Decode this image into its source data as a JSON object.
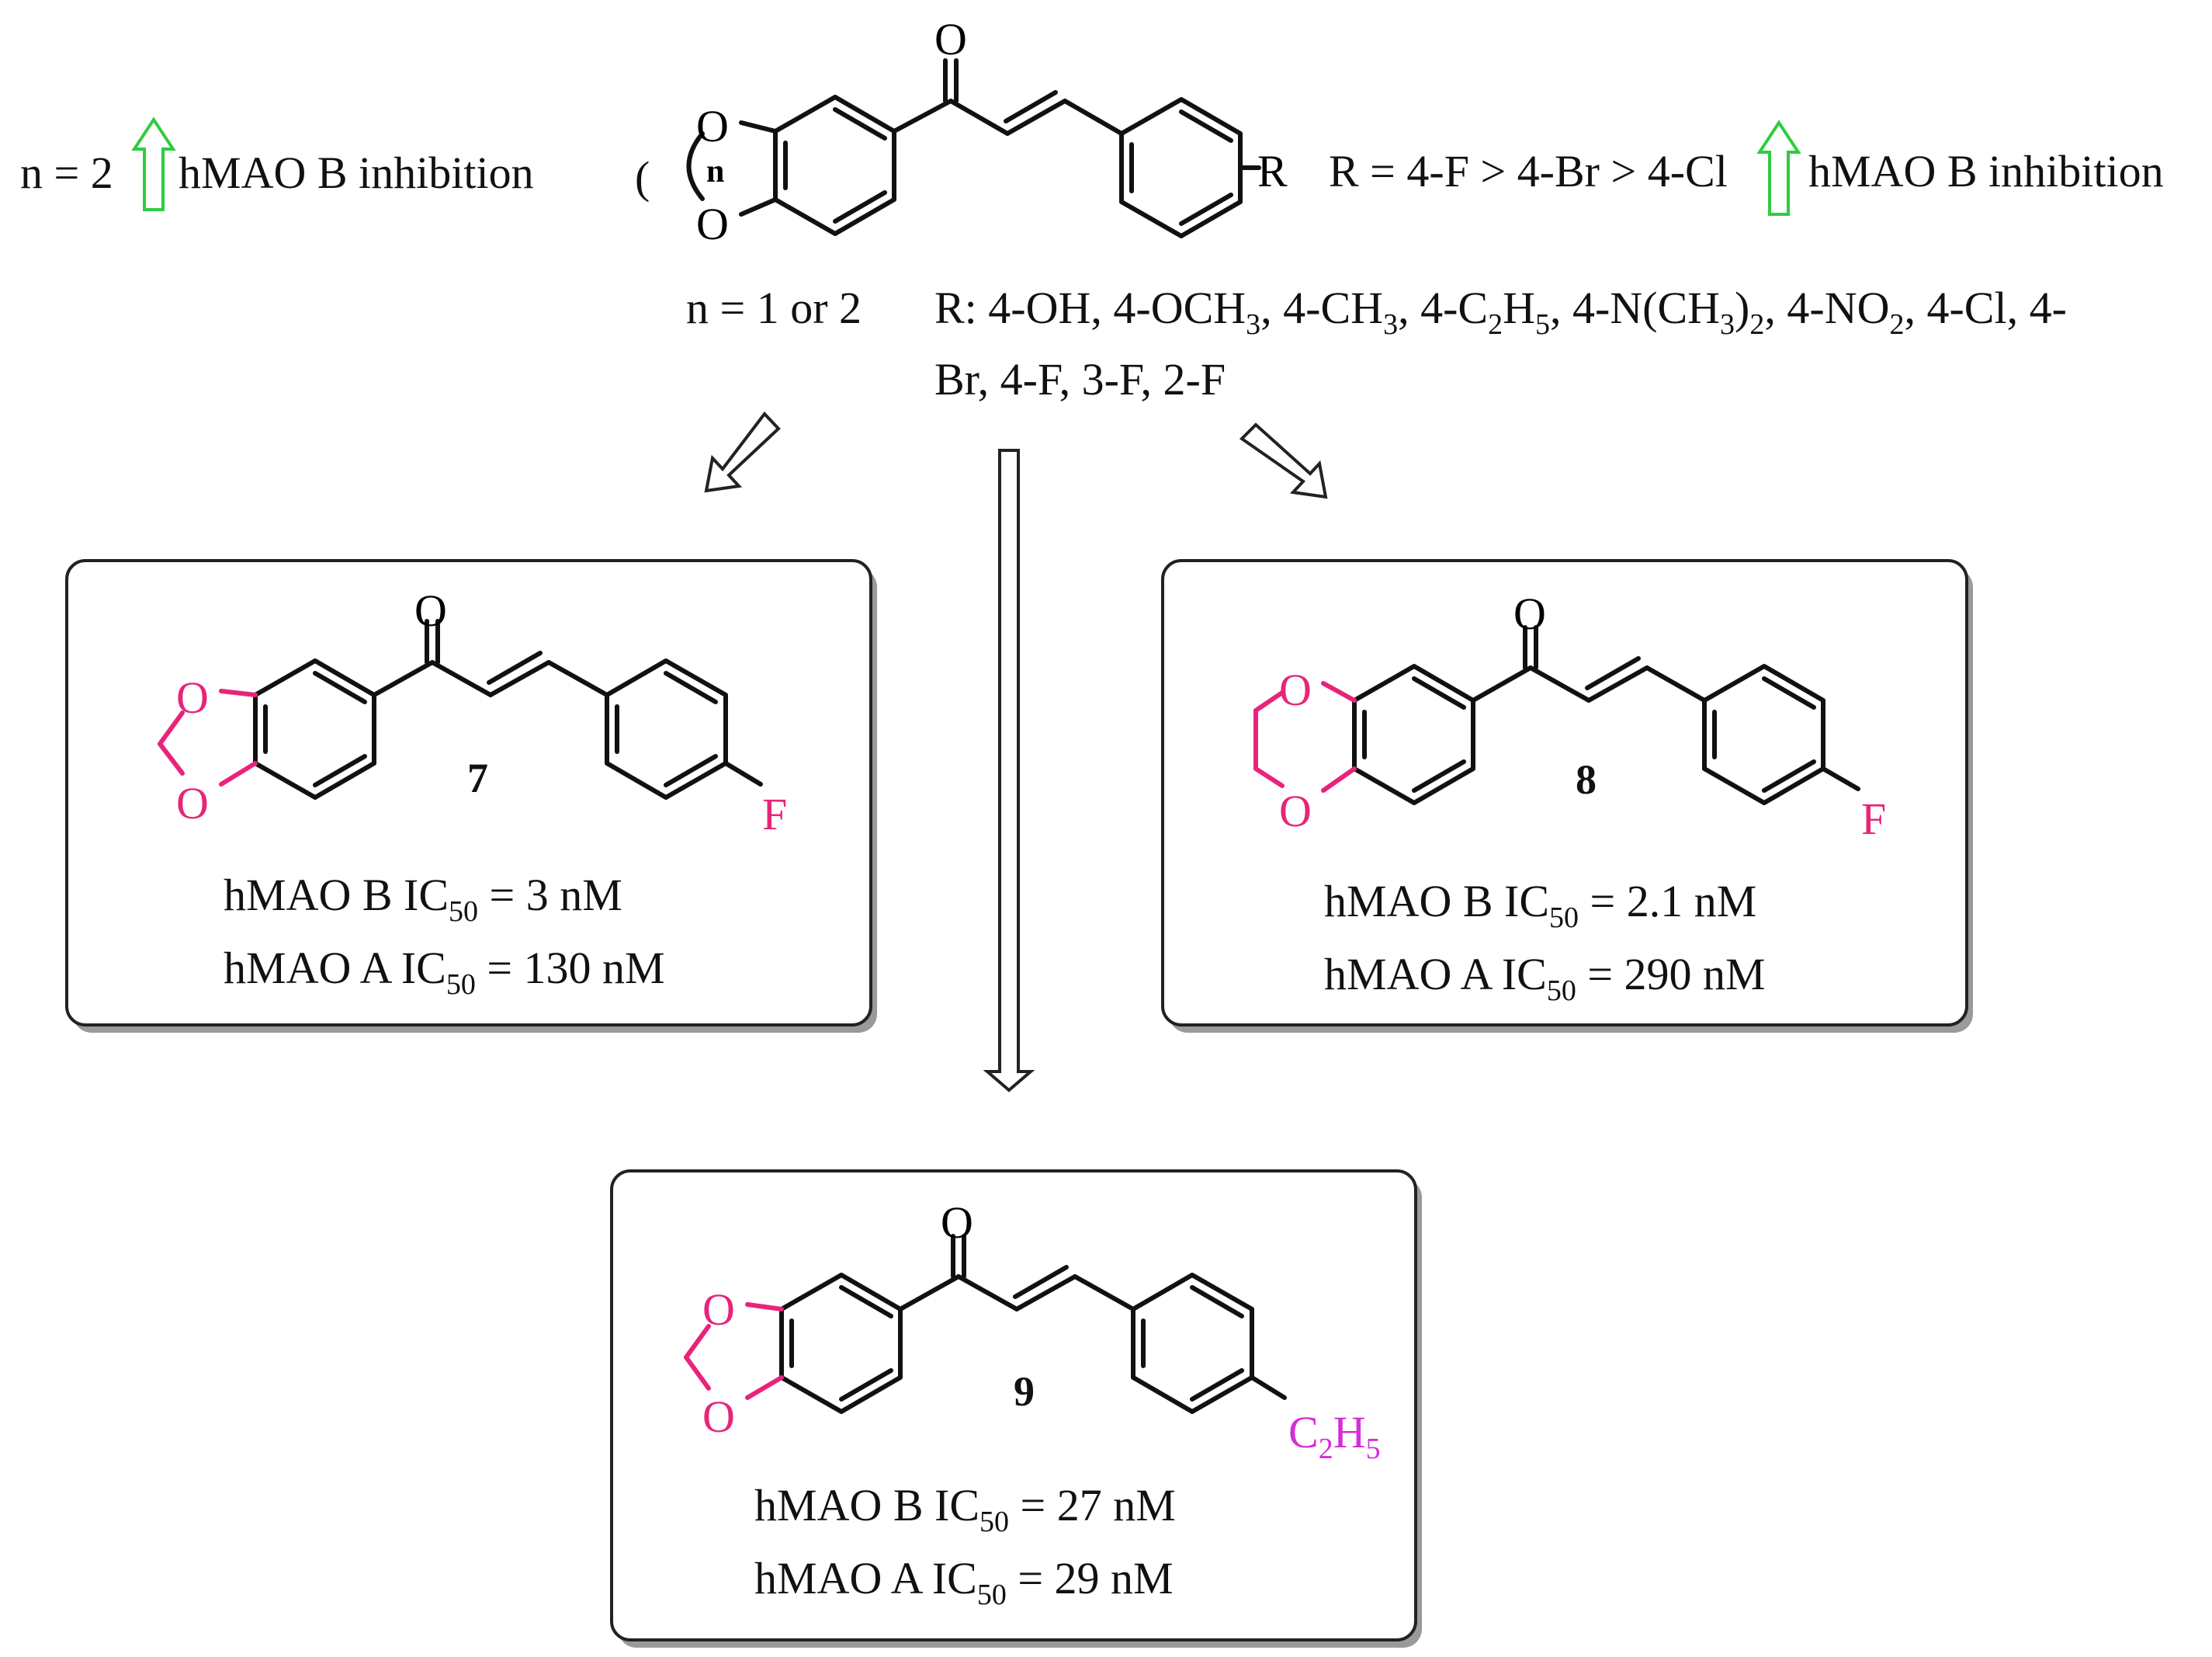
{
  "colors": {
    "highlight": "#e8247a",
    "ethyl": "#d62dd6",
    "arrow_green": "#2ecc40",
    "text": "#111111"
  },
  "top": {
    "left_note": {
      "prefix": "n = 2",
      "text": "hMAO B inhibition"
    },
    "right_note": {
      "prefix": "R = 4-F > 4-Br > 4-Cl",
      "text": "hMAO B inhibition"
    },
    "paren": "(",
    "n_label": "n",
    "o_label": "O",
    "r_label": "R",
    "n_values": "n = 1 or 2",
    "r_line1": [
      "R: 4-OH, 4-OCH",
      "3",
      ", 4-CH",
      "3",
      ", 4-C",
      "2",
      "H",
      "5",
      ", 4-N(CH",
      "3",
      ")",
      "2",
      ", 4-NO",
      "2",
      ", 4-Cl, 4-"
    ],
    "r_line2": "Br, 4-F, 3-F, 2-F"
  },
  "compounds": [
    {
      "id": "7",
      "label": "7",
      "substituent": "F",
      "ring": "O",
      "ic50_b": [
        "hMAO B IC",
        "50",
        " = 3 nM"
      ],
      "ic50_a": [
        "hMAO A IC",
        "50",
        " = 130 nM"
      ]
    },
    {
      "id": "8",
      "label": "8",
      "substituent": "F",
      "ring": "O",
      "ic50_b": [
        "hMAO B IC",
        "50",
        " = 2.1 nM"
      ],
      "ic50_a": [
        "hMAO A IC",
        "50",
        " = 290 nM"
      ]
    },
    {
      "id": "9",
      "label": "9",
      "substituent": [
        "C",
        "2",
        "H",
        "5"
      ],
      "ring": "O",
      "ic50_b": [
        "hMAO B IC",
        "50",
        " = 27 nM"
      ],
      "ic50_a": [
        "hMAO A IC",
        "50",
        " = 29 nM"
      ]
    }
  ]
}
